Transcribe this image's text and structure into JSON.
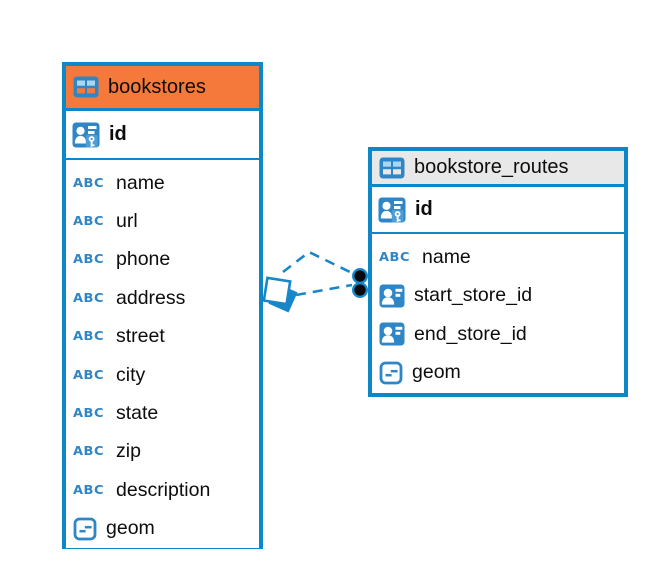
{
  "diagram": {
    "kind": "entity-relationship",
    "background": "#ffffff"
  },
  "colors": {
    "table_border": "#0E87C7",
    "icon_blue": "#2E86C6",
    "icon_cell_light_blue": "#A9D6F0",
    "bookstores_header": "#F5793B",
    "routes_header": "#E8E8E8",
    "connector_dash": "#1787C9",
    "connector_dot": "#0A0A0A",
    "text": "#0d0d0d"
  },
  "icons": {
    "varchar_label": "ABC",
    "table_icon": "table-grid-icon",
    "primary_key_icon": "person-key-icon",
    "foreign_key_icon": "person-card-icon",
    "geometry_icon": "geometry-note-icon"
  },
  "tables": [
    {
      "title": "bookstores",
      "header_style": "orange",
      "primary_key": {
        "name": "id",
        "icon": "person-key-icon"
      },
      "columns": [
        {
          "name": "name",
          "icon": "varchar-icon"
        },
        {
          "name": "url",
          "icon": "varchar-icon"
        },
        {
          "name": "phone",
          "icon": "varchar-icon"
        },
        {
          "name": "address",
          "icon": "varchar-icon"
        },
        {
          "name": "street",
          "icon": "varchar-icon"
        },
        {
          "name": "city",
          "icon": "varchar-icon"
        },
        {
          "name": "state",
          "icon": "varchar-icon"
        },
        {
          "name": "zip",
          "icon": "varchar-icon"
        },
        {
          "name": "description",
          "icon": "varchar-icon"
        },
        {
          "name": "geom",
          "icon": "geometry-icon"
        }
      ]
    },
    {
      "title": "bookstore_routes",
      "header_style": "gray",
      "primary_key": {
        "name": "id",
        "icon": "person-key-icon"
      },
      "columns": [
        {
          "name": "name",
          "icon": "varchar-icon"
        },
        {
          "name": "start_store_id",
          "icon": "foreign-key-icon"
        },
        {
          "name": "end_store_id",
          "icon": "foreign-key-icon"
        },
        {
          "name": "geom",
          "icon": "geometry-icon"
        }
      ]
    }
  ],
  "relationship": {
    "style": "dashed",
    "connects": [
      "bookstores",
      "bookstore_routes"
    ],
    "line_count": 2,
    "left_marker": "overlapping-squares",
    "right_marker": "double-dot"
  }
}
